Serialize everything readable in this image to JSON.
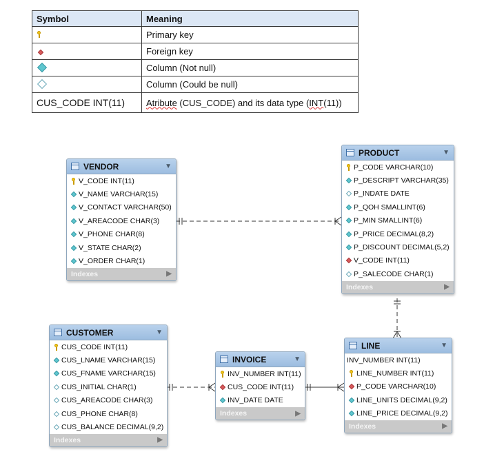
{
  "legend": {
    "headers": {
      "symbol": "Symbol",
      "meaning": "Meaning"
    },
    "rows": [
      {
        "icon": "key-icon",
        "meaning": "Primary key"
      },
      {
        "icon": "foreign-key-diamond-icon",
        "meaning": "Foreign key"
      },
      {
        "icon": "not-null-diamond-icon",
        "meaning": "Column (Not null)"
      },
      {
        "icon": "nullable-diamond-icon",
        "meaning": "Column (Could be null)"
      }
    ],
    "example": {
      "symbol": "CUS_CODE INT(11)",
      "meaning_pre": "Atribute",
      "meaning_mid": " (CUS_CODE) and its data type (",
      "meaning_int": "INT",
      "meaning_post": "(11))"
    }
  },
  "colors": {
    "header_gradient_top": "#b9d2ec",
    "header_gradient_bottom": "#9cbde0",
    "not_null": "#5fc6cf",
    "foreign_key": "#d9595b",
    "primary_key": "#f2c81b",
    "indexes_bar": "#c9c9c9"
  },
  "entities": {
    "vendor": {
      "title": "VENDOR",
      "attributes": [
        {
          "kind": "pk",
          "text": "V_CODE INT(11)"
        },
        {
          "kind": "notnull",
          "text": "V_NAME VARCHAR(15)"
        },
        {
          "kind": "notnull",
          "text": "V_CONTACT VARCHAR(50)"
        },
        {
          "kind": "notnull",
          "text": "V_AREACODE CHAR(3)"
        },
        {
          "kind": "notnull",
          "text": "V_PHONE CHAR(8)"
        },
        {
          "kind": "notnull",
          "text": "V_STATE CHAR(2)"
        },
        {
          "kind": "notnull",
          "text": "V_ORDER CHAR(1)"
        }
      ],
      "indexes": "Indexes"
    },
    "product": {
      "title": "PRODUCT",
      "attributes": [
        {
          "kind": "pk",
          "text": "P_CODE VARCHAR(10)"
        },
        {
          "kind": "notnull",
          "text": "P_DESCRIPT VARCHAR(35)"
        },
        {
          "kind": "null",
          "text": "P_INDATE DATE"
        },
        {
          "kind": "notnull",
          "text": "P_QOH SMALLINT(6)"
        },
        {
          "kind": "notnull",
          "text": "P_MIN SMALLINT(6)"
        },
        {
          "kind": "notnull",
          "text": "P_PRICE DECIMAL(8,2)"
        },
        {
          "kind": "notnull",
          "text": "P_DISCOUNT DECIMAL(5,2)"
        },
        {
          "kind": "fk",
          "text": "V_CODE INT(11)"
        },
        {
          "kind": "null",
          "text": "P_SALECODE CHAR(1)"
        }
      ],
      "indexes": "Indexes"
    },
    "customer": {
      "title": "CUSTOMER",
      "attributes": [
        {
          "kind": "pk",
          "text": "CUS_CODE INT(11)"
        },
        {
          "kind": "notnull",
          "text": "CUS_LNAME VARCHAR(15)"
        },
        {
          "kind": "notnull",
          "text": "CUS_FNAME VARCHAR(15)"
        },
        {
          "kind": "null",
          "text": "CUS_INITIAL CHAR(1)"
        },
        {
          "kind": "null",
          "text": "CUS_AREACODE CHAR(3)"
        },
        {
          "kind": "null",
          "text": "CUS_PHONE CHAR(8)"
        },
        {
          "kind": "null",
          "text": "CUS_BALANCE DECIMAL(9,2)"
        }
      ],
      "indexes": "Indexes"
    },
    "invoice": {
      "title": "INVOICE",
      "attributes": [
        {
          "kind": "pk",
          "text": "INV_NUMBER INT(11)"
        },
        {
          "kind": "fk",
          "text": "CUS_CODE INT(11)"
        },
        {
          "kind": "notnull",
          "text": "INV_DATE DATE"
        }
      ],
      "indexes": "Indexes"
    },
    "line": {
      "title": "LINE",
      "attributes": [
        {
          "kind": "none",
          "text": "INV_NUMBER INT(11)"
        },
        {
          "kind": "pk",
          "text": "LINE_NUMBER INT(11)"
        },
        {
          "kind": "fk",
          "text": "P_CODE VARCHAR(10)"
        },
        {
          "kind": "notnull",
          "text": "LINE_UNITS DECIMAL(9,2)"
        },
        {
          "kind": "notnull",
          "text": "LINE_PRICE DECIMAL(9,2)"
        }
      ],
      "indexes": "Indexes"
    }
  },
  "relationships": [
    {
      "from": "VENDOR",
      "to": "PRODUCT",
      "style": "dashed",
      "from_end": "one-and-only-one",
      "to_end": "one-to-many"
    },
    {
      "from": "PRODUCT",
      "to": "LINE",
      "style": "dashed",
      "from_end": "one-and-only-one",
      "to_end": "one-to-many"
    },
    {
      "from": "CUSTOMER",
      "to": "INVOICE",
      "style": "dashed",
      "from_end": "one-and-only-one",
      "to_end": "one-to-many"
    },
    {
      "from": "INVOICE",
      "to": "LINE",
      "style": "solid",
      "from_end": "one-and-only-one",
      "to_end": "one-to-many"
    }
  ]
}
